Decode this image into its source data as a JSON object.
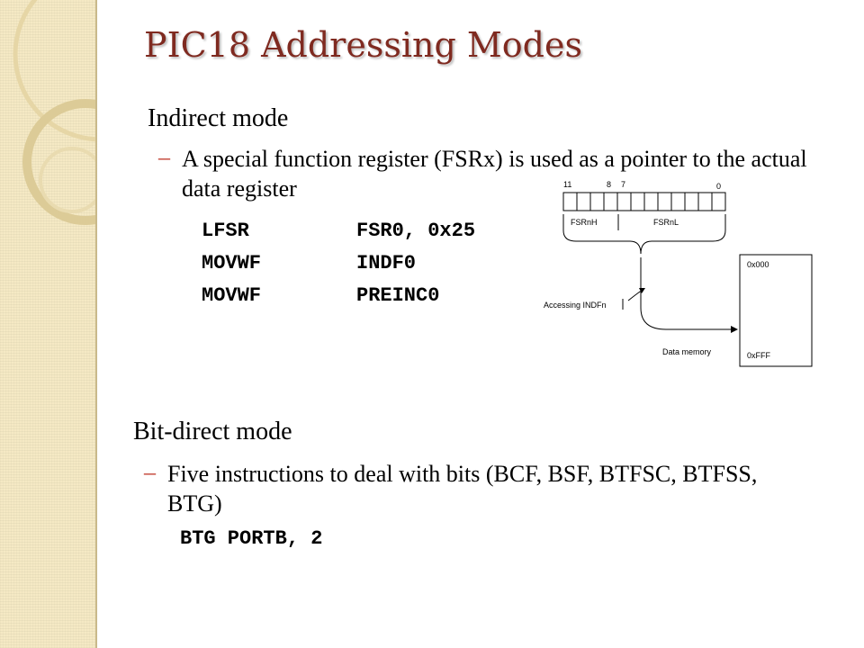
{
  "slide": {
    "title": "PIC18 Addressing Modes"
  },
  "indirect": {
    "heading": "Indirect mode",
    "bullet": "A special function register (FSRx) is used as a pointer to the actual data register",
    "code": [
      {
        "op": "LFSR",
        "arg": "FSR0, 0x25"
      },
      {
        "op": "MOVWF",
        "arg": "INDF0"
      },
      {
        "op": "MOVWF",
        "arg": "PREINC0"
      }
    ]
  },
  "diagram": {
    "bit_11": "11",
    "bit_8": "8",
    "bit_7": "7",
    "bit_0": "0",
    "fsrnh": "FSRnH",
    "fsrnl": "FSRnL",
    "accessing": "Accessing INDFn",
    "data_memory": "Data memory",
    "addr_start": "0x000",
    "addr_end": "0xFFF"
  },
  "bitdirect": {
    "heading": "Bit-direct mode",
    "bullet": "Five instructions to deal with bits (BCF, BSF, BTFSC, BTFSS, BTG)",
    "code": "BTG PORTB, 2"
  }
}
